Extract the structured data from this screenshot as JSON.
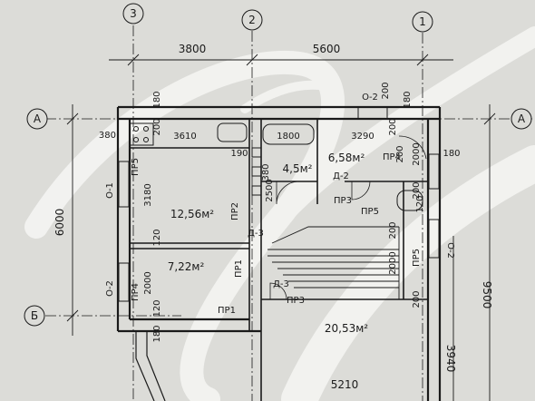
{
  "axes": [
    {
      "id": "3",
      "label": "3"
    },
    {
      "id": "2",
      "label": "2"
    },
    {
      "id": "1",
      "label": "1"
    },
    {
      "id": "A-left",
      "label": "A"
    },
    {
      "id": "A-right",
      "label": "A"
    },
    {
      "id": "B-left",
      "label": "Б"
    }
  ],
  "top_dimensions": {
    "span_3_2": "3800",
    "span_2_1": "5600"
  },
  "side_dimensions": {
    "left": "6000",
    "right": "9500",
    "right_lower": "3940",
    "bottom": "5210"
  },
  "rooms": {
    "room_a": "12,56м²",
    "room_b": "7,22м²",
    "room_c": "4,5м²",
    "room_d": "6,58м²",
    "room_e": "20,53м²"
  },
  "wall_dimensions": {
    "d3610": "3610",
    "d1800": "1800",
    "d3290": "3290",
    "d3180": "3180",
    "d2000_left": "2000",
    "d2000_mid": "2000",
    "d2000_right": "2000",
    "d380": "380",
    "d380b": "380",
    "d190": "190",
    "d2500": "2500",
    "d180_a": "180",
    "d180_b": "180",
    "d180_c": "180",
    "d180_d": "180",
    "d120_a": "120",
    "d120_b": "120",
    "d120_c": "120",
    "d200_a": "200",
    "d200_b": "200",
    "d200_c": "200",
    "d200_d": "200",
    "d200_e": "200",
    "d200_f": "200",
    "d200_g": "200"
  },
  "marks": {
    "o2_top": "О-2",
    "o1_left": "О-1",
    "o2_left": "О-2",
    "o2_right": "О-2",
    "d3_mid": "Д-3",
    "d3_low": "Д-3",
    "d2": "Д-2",
    "pr1_a": "ПР1",
    "pr1_b": "ПР1",
    "pr2": "ПР2",
    "pr3_a": "ПР3",
    "pr3_b": "ПР3",
    "pr4_a": "ПР4",
    "pr4_b": "ПР4",
    "pr5_a": "ПР5",
    "pr5_b": "ПР5",
    "pr5_c": "ПР5"
  },
  "colors": {
    "paper": "#dcdcd8",
    "ink": "#1a1a1a",
    "watermark": "#f4f4f2"
  }
}
